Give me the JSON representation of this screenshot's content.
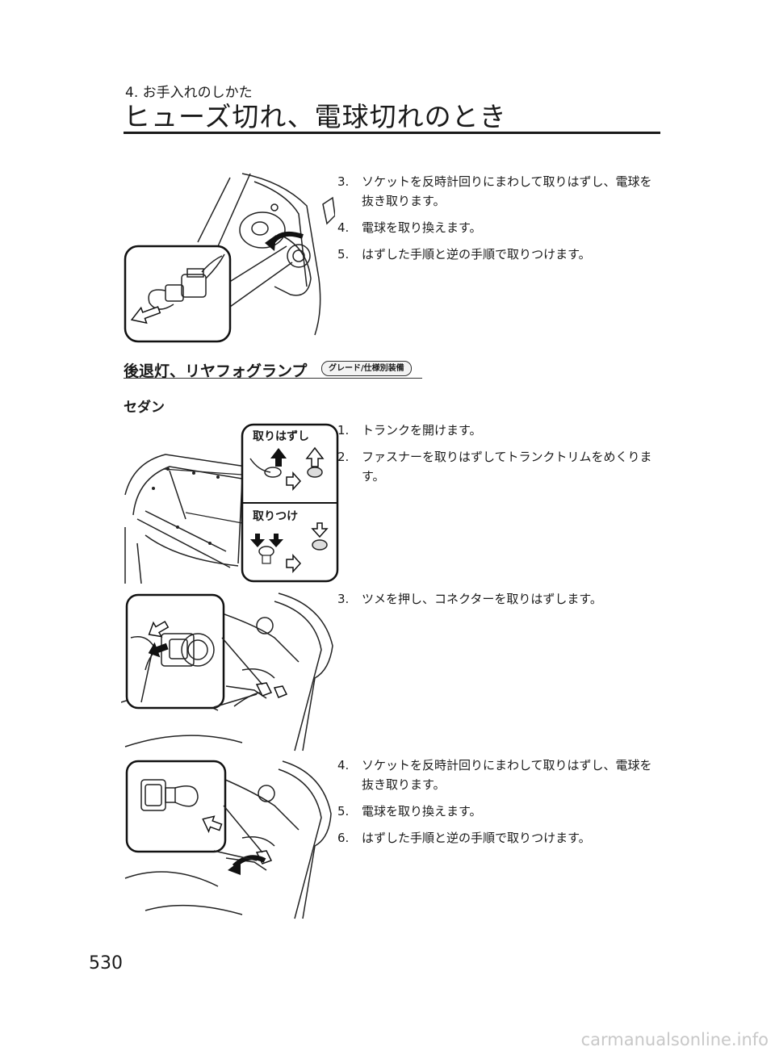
{
  "header": {
    "chapter": "4. お手入れのしかた",
    "title": "ヒューズ切れ、電球切れのとき"
  },
  "top_steps": [
    {
      "num": "3.",
      "text": "ソケットを反時計回りにまわして取りはずし、電球を抜き取ります。"
    },
    {
      "num": "4.",
      "text": "電球を取り換えます。"
    },
    {
      "num": "5.",
      "text": "はずした手順と逆の手順で取りつけます。"
    }
  ],
  "section": {
    "heading": "後退灯、リヤフォグランプ",
    "badge": "グレード/仕様別装備",
    "subheading": "セダン"
  },
  "trunk_steps": [
    {
      "num": "1.",
      "text": "トランクを開けます。"
    },
    {
      "num": "2.",
      "text": "ファスナーを取りはずしてトランクトリムをめくります。"
    }
  ],
  "connector_steps": [
    {
      "num": "3.",
      "text": "ツメを押し、コネクターを取りはずします。"
    }
  ],
  "socket_steps": [
    {
      "num": "4.",
      "text": "ソケットを反時計回りにまわして取りはずし、電球を抜き取ります。"
    },
    {
      "num": "5.",
      "text": "電球を取り換えます。"
    },
    {
      "num": "6.",
      "text": "はずした手順と逆の手順で取りつけます。"
    }
  ],
  "fastener_panel": {
    "remove_label": "取りはずし",
    "install_label": "取りつけ"
  },
  "page_number": "530",
  "footer": "carmanualsonline.info"
}
